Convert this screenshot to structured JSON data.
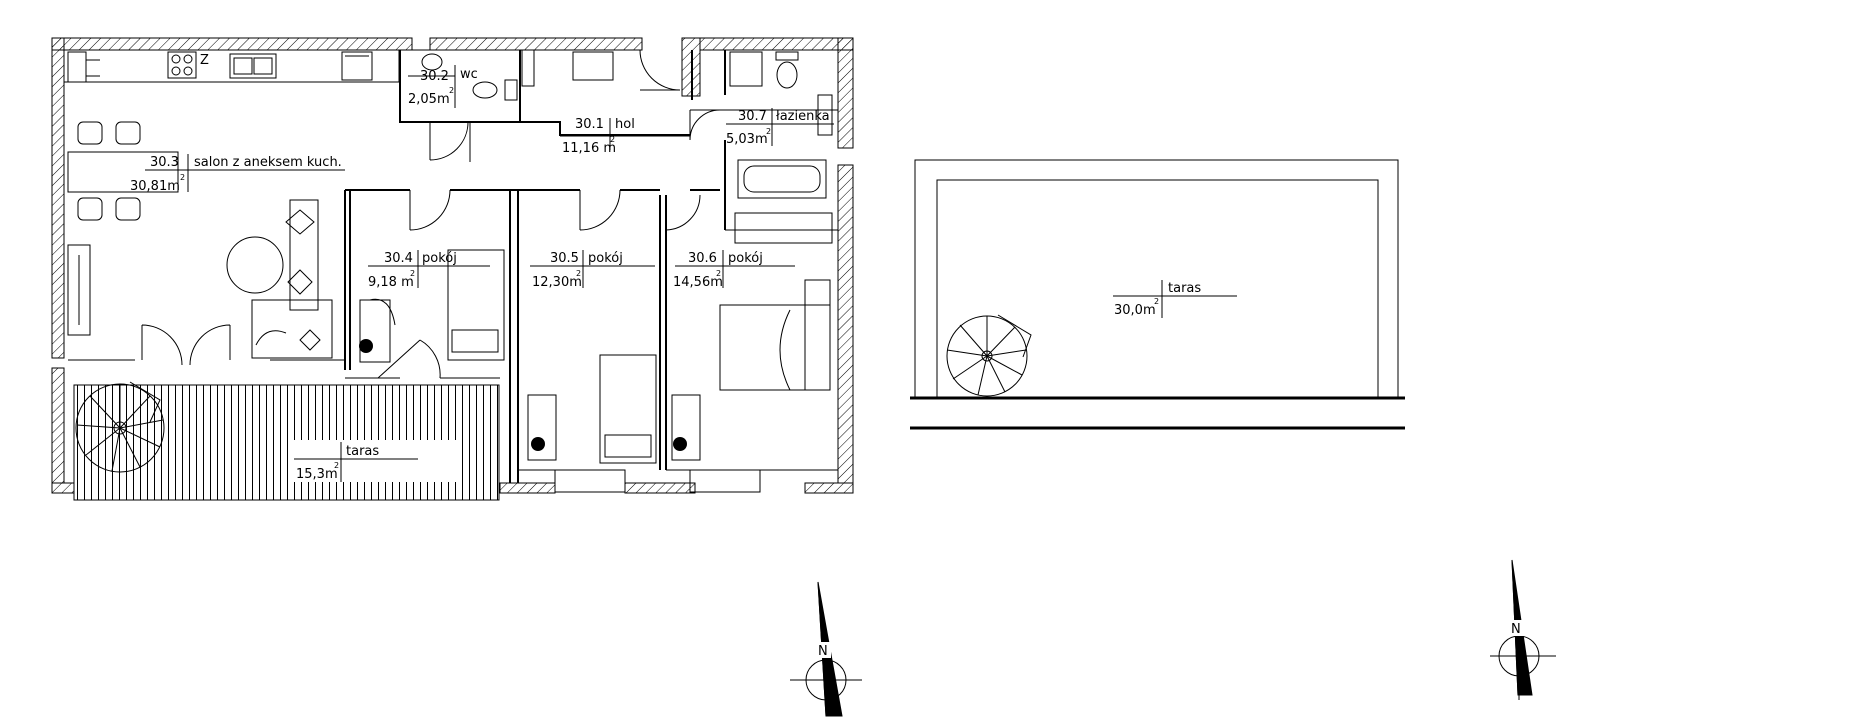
{
  "plan1": {
    "rooms": [
      {
        "num": "30.1",
        "name": "hol",
        "area": "11,16 m"
      },
      {
        "num": "30.2",
        "name": "wc",
        "area": "2,05m"
      },
      {
        "num": "30.3",
        "name": "salon z aneksem kuch.",
        "area": "30,81m"
      },
      {
        "num": "30.4",
        "name": "pokój",
        "area": "9,18 m"
      },
      {
        "num": "30.5",
        "name": "pokój",
        "area": "12,30m"
      },
      {
        "num": "30.6",
        "name": "pokój",
        "area": "14,56m"
      },
      {
        "num": "30.7",
        "name": "łazienka",
        "area": "5,03m"
      }
    ],
    "terrace": {
      "name": "taras",
      "area": "15,3m"
    },
    "fridge_mark": "Z"
  },
  "plan2": {
    "terrace": {
      "name": "taras",
      "area": "30,0m"
    }
  },
  "sup2": "2",
  "compass_letter": "N"
}
